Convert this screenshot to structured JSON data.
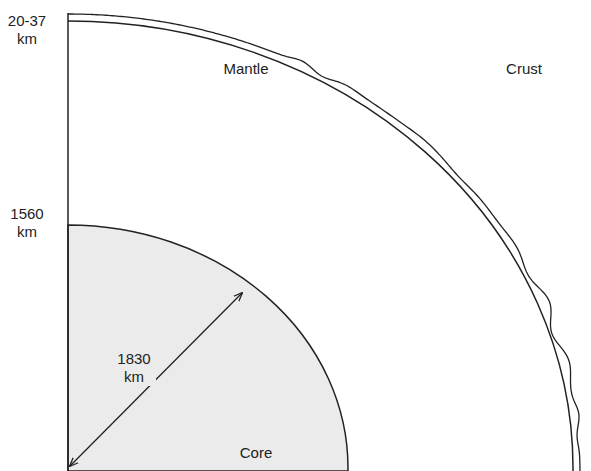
{
  "diagram": {
    "labels": [
      "20-37 km",
      "1560 km",
      "Mantle",
      "Crust",
      "1830 km",
      "Core"
    ]
  }
}
